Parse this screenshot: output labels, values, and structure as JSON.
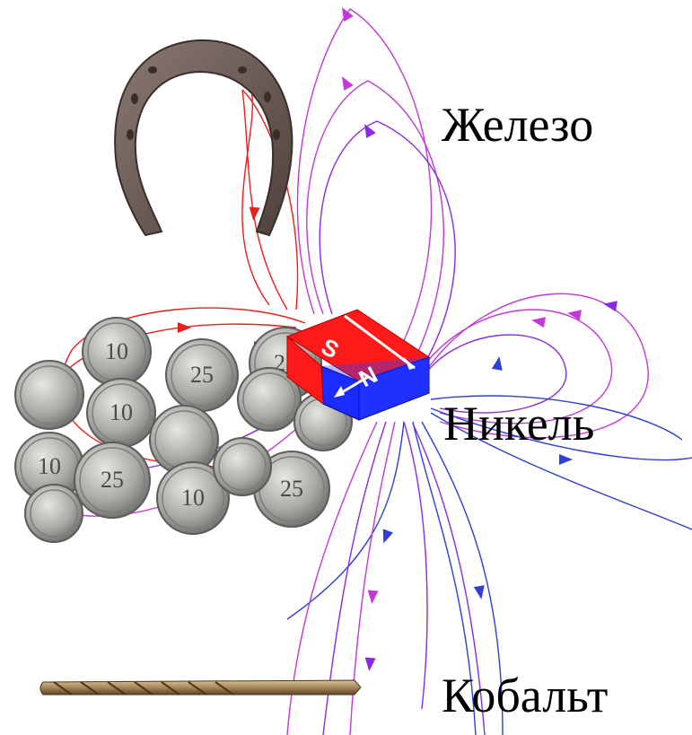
{
  "colors": {
    "field_red": "#e8201e",
    "field_magenta": "#c23ad6",
    "field_violet": "#8a2be2",
    "field_blue": "#2f3fd6",
    "magnet_south": "#ff1a1a",
    "magnet_north": "#1a2cff",
    "horseshoe": "#6b5a55",
    "coin": "#a9a9a6",
    "drill_bit": "#a8875a"
  },
  "magnet": {
    "south_pole": "S",
    "north_pole": "N"
  },
  "labels": {
    "iron": "Железо",
    "nickel": "Никель",
    "cobalt": "Кобальт"
  },
  "coins": [
    {
      "denomination": "10"
    },
    {
      "denomination": "25"
    },
    {
      "denomination": "10"
    },
    {
      "denomination": "25"
    },
    {
      "denomination": ""
    },
    {
      "denomination": ""
    },
    {
      "denomination": ""
    },
    {
      "denomination": ""
    }
  ],
  "icons": {
    "horseshoe": "horseshoe-icon",
    "drill_bit": "drill-bit-icon",
    "magnet": "bar-magnet-icon",
    "coins": "coin-pile-icon"
  }
}
